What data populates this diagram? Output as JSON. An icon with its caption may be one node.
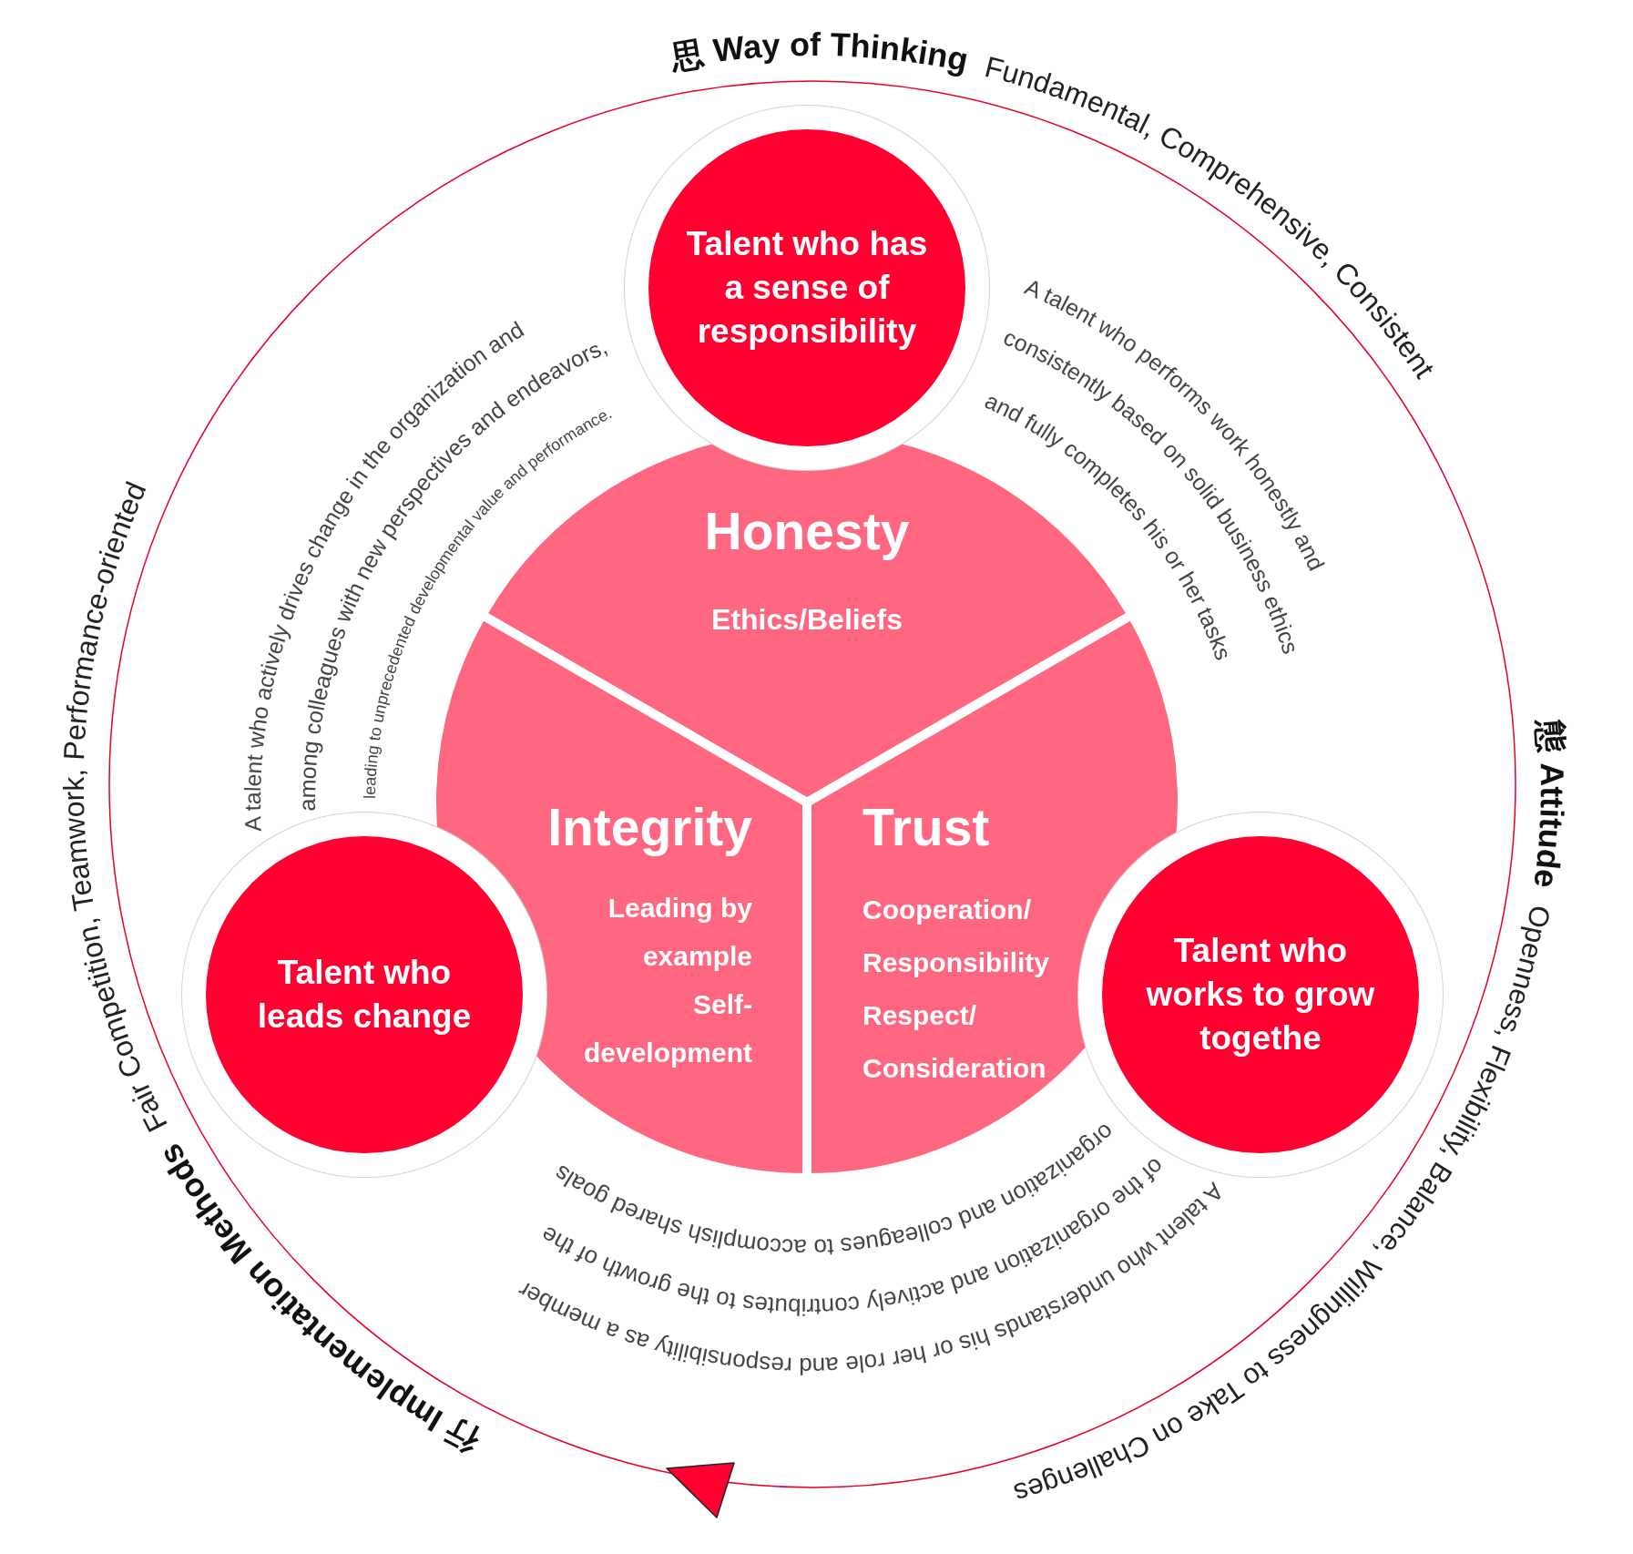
{
  "diagram": {
    "nodes": [
      {
        "text": [
          "Talent who has a sense of responsibility"
        ]
      },
      {
        "text": [
          "Honesty",
          "Ethics/Beliefs"
        ]
      },
      {
        "text": [
          "Integrity",
          "Leading by example",
          "Self-development"
        ]
      },
      {
        "text": [
          "Trust",
          "Cooperation/Responsibility",
          "Respect/Consideration"
        ]
      },
      {
        "text": [
          "Talent who leads change"
        ]
      },
      {
        "text": [
          "Talent who works to grow togethe"
        ]
      }
    ],
    "labels": [
      "思 Way of Thinking",
      "Fundamental, Comprehensive, Consistent",
      "A talent who actively drives change in the organization and",
      "among colleagues with new perspectives and endeavors,",
      "leading to unprecedented developmental value and performance.",
      "A talent who performs work honestly and",
      "consistently based on solid business ethics",
      "and fully completes his or her tasks",
      "態 Attitude",
      "Openness, Flexibility, Balance, Willingness to Take on Challenges",
      "A talent who understands his or her role and responsibility as a member",
      "of the organization and actively contributes to the growth of the",
      "organization and colleagues to accomplish shared goals",
      "行 Implementation Methods",
      "Fair Competition, Teamwork, Performance-oriented"
    ]
  }
}
